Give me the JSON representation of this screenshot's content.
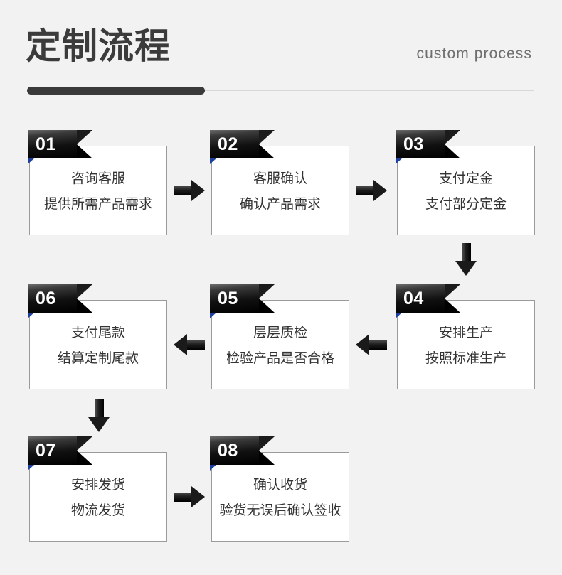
{
  "header": {
    "title_cn": "定制流程",
    "title_en": "custom process",
    "accent_color": "#3a3a3a",
    "rule_color": "#d8d8d8"
  },
  "theme": {
    "background": "#f2f2f2",
    "box_background": "#ffffff",
    "box_border": "#9b9b9b",
    "badge_color": "#111111",
    "badge_fold_color": "#1d3f9e",
    "arrow_color": "#1a1a1a",
    "text_color": "#333333"
  },
  "steps": [
    {
      "number": "01",
      "line1": "咨询客服",
      "line2": "提供所需产品需求"
    },
    {
      "number": "02",
      "line1": "客服确认",
      "line2": "确认产品需求"
    },
    {
      "number": "03",
      "line1": "支付定金",
      "line2": "支付部分定金"
    },
    {
      "number": "04",
      "line1": "安排生产",
      "line2": "按照标准生产"
    },
    {
      "number": "05",
      "line1": "层层质检",
      "line2": "检验产品是否合格"
    },
    {
      "number": "06",
      "line1": "支付尾款",
      "line2": "结算定制尾款"
    },
    {
      "number": "07",
      "line1": "安排发货",
      "line2": "物流发货"
    },
    {
      "number": "08",
      "line1": "确认收货",
      "line2": "验货无误后确认签收"
    }
  ],
  "connectors": [
    {
      "name": "arrow-01-to-02",
      "direction": "right"
    },
    {
      "name": "arrow-02-to-03",
      "direction": "right"
    },
    {
      "name": "arrow-03-to-04",
      "direction": "down"
    },
    {
      "name": "arrow-04-to-05",
      "direction": "left"
    },
    {
      "name": "arrow-05-to-06",
      "direction": "left"
    },
    {
      "name": "arrow-06-to-07",
      "direction": "down"
    },
    {
      "name": "arrow-07-to-08",
      "direction": "right"
    }
  ]
}
